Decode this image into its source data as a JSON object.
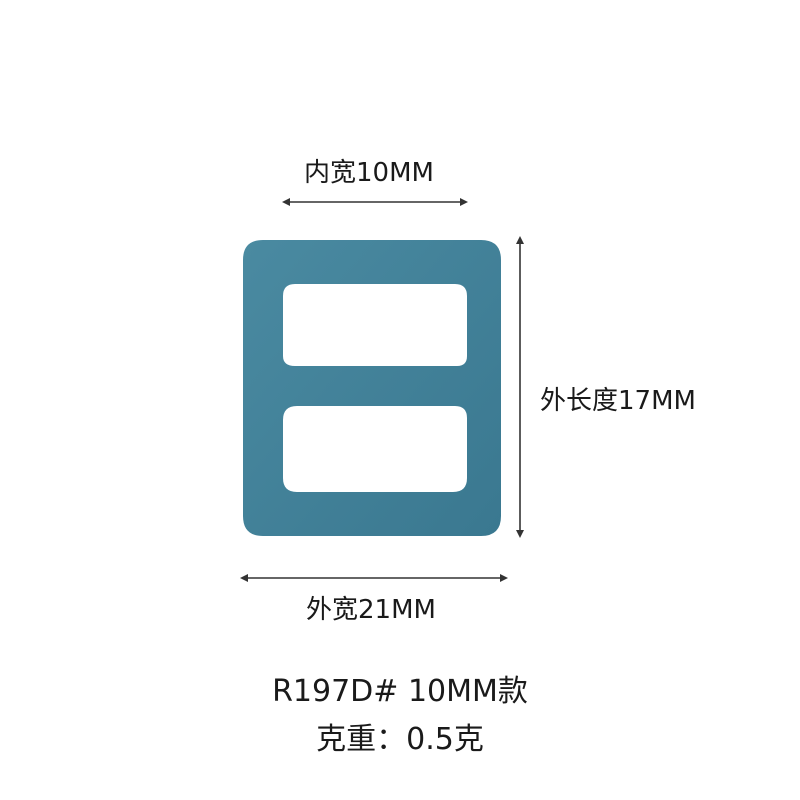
{
  "colors": {
    "buckle": "#3f7f96",
    "buckle_shadow": "#356b80",
    "text": "#1a1a1a",
    "arrow": "#333333",
    "background": "#ffffff"
  },
  "dimensions": {
    "inner_width_label": "内宽10MM",
    "outer_length_label": "外长度17MM",
    "outer_width_label": "外宽21MM"
  },
  "product": {
    "model_label": "R197D# 10MM款",
    "weight_label": "克重：0.5克"
  },
  "icons": {
    "product_image": "slide-buckle-icon",
    "arrows": "double-arrow-icon"
  }
}
